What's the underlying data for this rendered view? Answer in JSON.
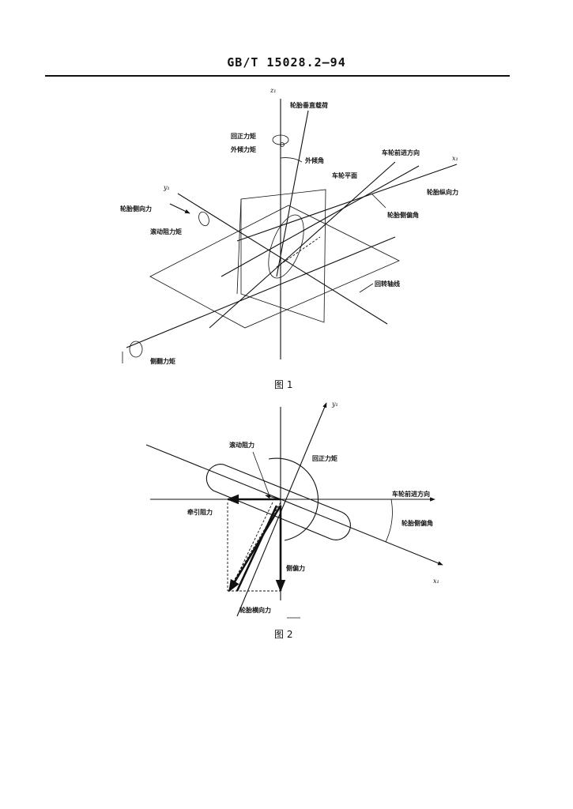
{
  "header": {
    "standard_number": "GB/T 15028.2—94"
  },
  "figure1": {
    "caption": "图 1",
    "axes": {
      "z": "z₁",
      "x": "x₁",
      "y": "y₁"
    },
    "labels": {
      "tire_vertical_load": "轮胎垂直载荷",
      "aligning_torque": "回正力矩",
      "overturning_moment": "外倾力矩",
      "camber_angle": "外倾角",
      "wheel_heading": "车轮前进方向",
      "wheel_plane": "车轮平面",
      "tire_longitudinal_force": "轮胎纵向力",
      "tire_lateral_force": "轮胎侧向力",
      "slip_angle": "轮胎侧偏角",
      "rolling_resistance_moment": "滚动阻力矩",
      "spin_axis": "回转轴线",
      "overturning_torque": "侧翻力矩"
    }
  },
  "figure2": {
    "caption": "图 2",
    "axes": {
      "y": "y₁",
      "x": "x₁"
    },
    "labels": {
      "rolling_resistance": "滚动阻力",
      "aligning_torque": "回正力矩",
      "wheel_heading": "车轮前进方向",
      "traction_resistance": "牵引阻力",
      "slip_angle": "轮胎侧偏角",
      "lateral_force": "侧偏力",
      "tire_lateral_force": "轮胎横向力"
    }
  }
}
